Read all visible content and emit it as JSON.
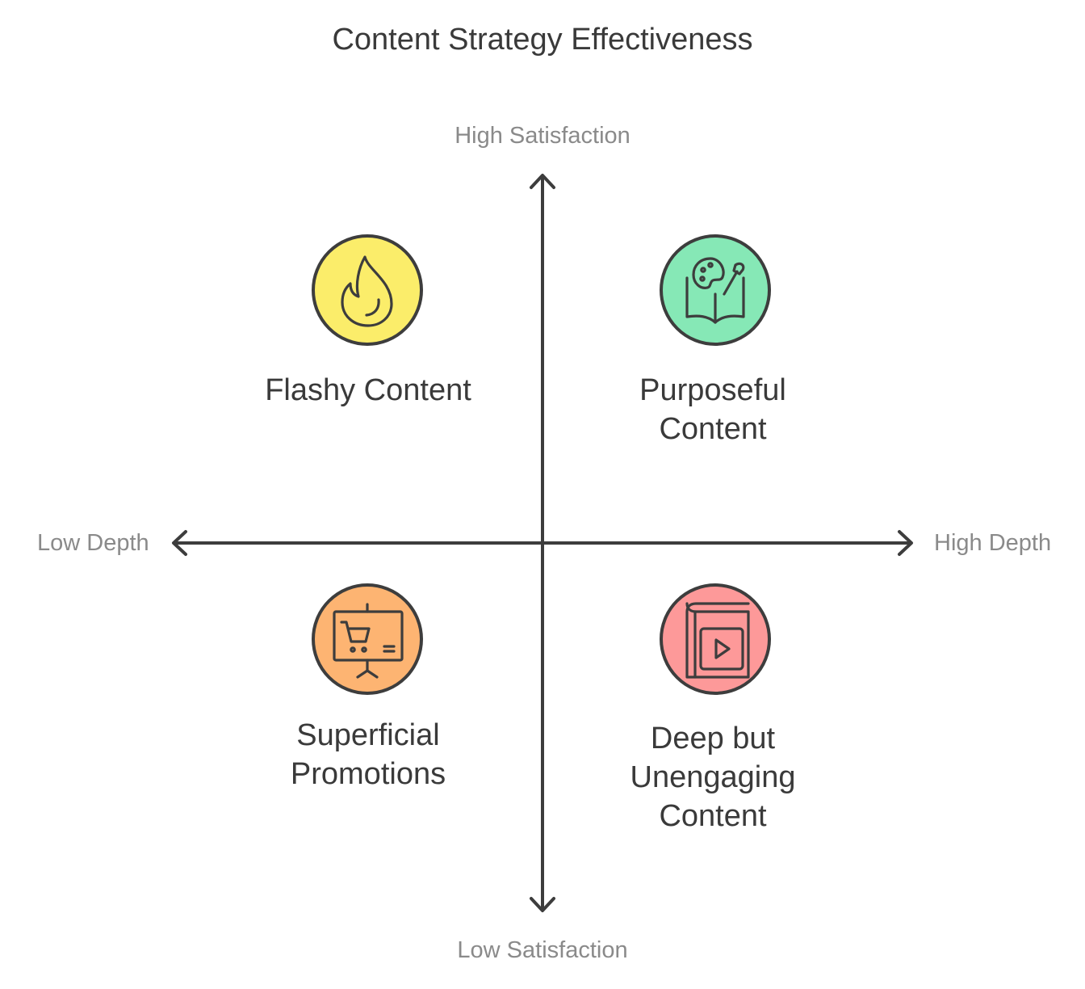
{
  "title": "Content Strategy Effectiveness",
  "axes": {
    "top": "High Satisfaction",
    "bottom": "Low Satisfaction",
    "left": "Low Depth",
    "right": "High Depth"
  },
  "quadrants": {
    "top_left": {
      "line1": "Flashy Content",
      "line2": "",
      "line3": "",
      "color": "#fbed6a",
      "icon": "flame-icon"
    },
    "top_right": {
      "line1": "Purposeful",
      "line2": "Content",
      "line3": "",
      "color": "#86e8b6",
      "icon": "palette-book-icon"
    },
    "bottom_left": {
      "line1": "Superficial",
      "line2": "Promotions",
      "line3": "",
      "color": "#fdb472",
      "icon": "presentation-cart-icon"
    },
    "bottom_right": {
      "line1": "Deep but",
      "line2": "Unengaging",
      "line3": "Content",
      "color": "#fd9999",
      "icon": "video-book-icon"
    }
  },
  "colors": {
    "stroke": "#3d3d3d",
    "axis_text": "#8a8a8a",
    "text": "#3a3a3a"
  }
}
